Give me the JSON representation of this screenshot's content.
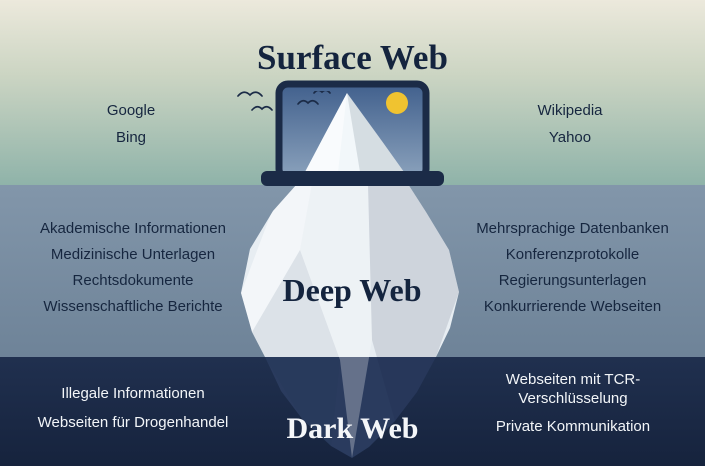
{
  "sections": {
    "surface": {
      "title": "Surface Web",
      "left_items": [
        "Google",
        "Bing"
      ],
      "right_items": [
        "Wikipedia",
        "Yahoo"
      ]
    },
    "deep": {
      "title": "Deep Web",
      "left_items": [
        "Akademische Informationen",
        "Medizinische Unterlagen",
        "Rechtsdokumente",
        "Wissenschaftliche Berichte"
      ],
      "right_items": [
        "Mehrsprachige Datenbanken",
        "Konferenzprotokolle",
        "Regierungsunterlagen",
        "Konkurrierende Webseiten"
      ]
    },
    "dark": {
      "title": "Dark Web",
      "left_items": [
        "Illegale Informationen",
        "Webseiten für Drogenhandel"
      ],
      "right_items": [
        "Webseiten mit TCR-Verschlüsselung",
        "Private Kommunikation"
      ]
    }
  },
  "icons": [
    "laptop-icon",
    "iceberg-icon",
    "sun-icon",
    "bird-icon"
  ],
  "colors": {
    "surface_top": "#ece9dc",
    "surface_bottom": "#8fb3a9",
    "deep_band_top": "#8296aa",
    "deep_band_bottom": "#6e8398",
    "dark_band": "#1d2c4c",
    "navy_text": "#16263f",
    "light_text": "#f2f5f8",
    "sun": "#f0c330",
    "ice": "#e7edf2"
  }
}
